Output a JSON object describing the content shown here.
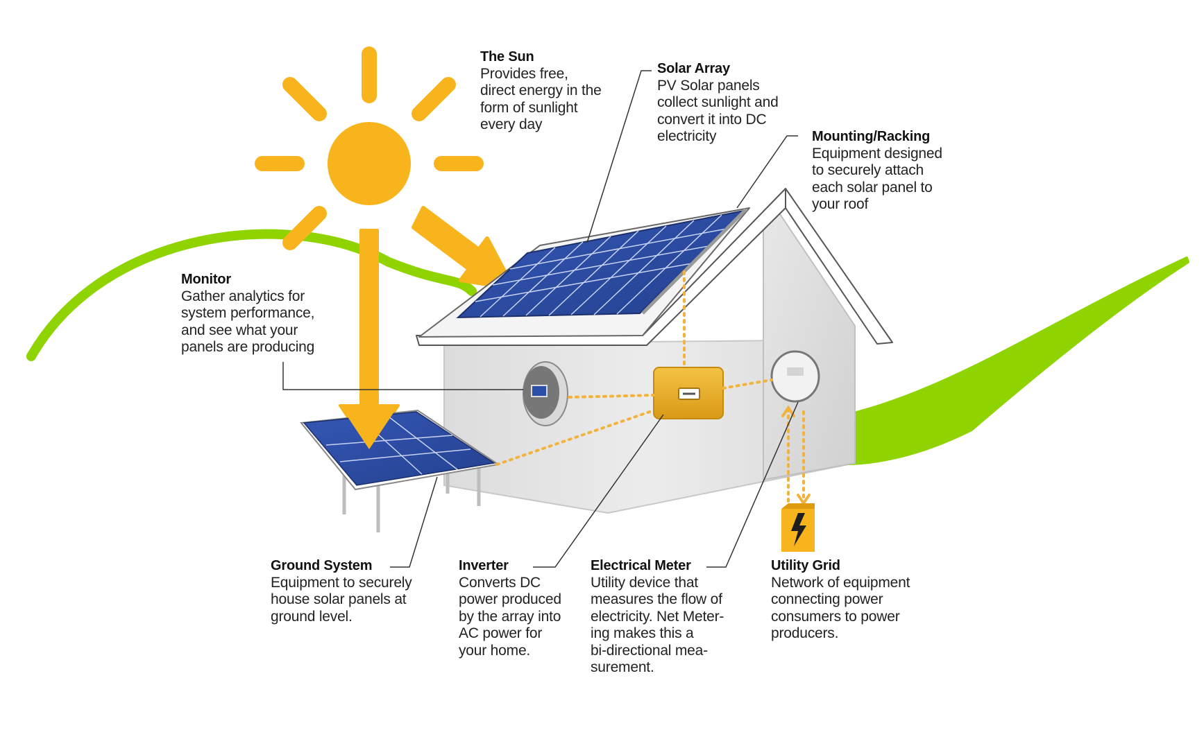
{
  "labels": {
    "sun": {
      "title": "The Sun",
      "text": "Provides free,\ndirect energy in the\nform of sunlight\nevery day"
    },
    "array": {
      "title": "Solar Array",
      "text": "PV Solar panels\ncollect  sunlight and\nconvert it into DC\nelectricity"
    },
    "mounting": {
      "title": "Mounting/Racking",
      "text": "Equipment designed\nto securely attach\neach solar panel to\nyour roof"
    },
    "monitor": {
      "title": "Monitor",
      "text": "Gather analytics for\nsystem performance,\nand see what your\npanels are producing"
    },
    "ground": {
      "title": "Ground System",
      "text": "Equipment to securely\nhouse solar panels at\nground level."
    },
    "inverter": {
      "title": "Inverter",
      "text": "Converts DC\npower produced\nby the array into\nAC power for\nyour home."
    },
    "meter": {
      "title": "Electrical Meter",
      "text": "Utility device that\nmeasures the flow of\nelectricity. Net Meter-\ning makes this a\nbi-directional mea-\nsurement."
    },
    "grid": {
      "title": "Utility Grid",
      "text": "Network of equipment\nconnecting power\nconsumers to power\nproducers."
    }
  },
  "colors": {
    "sun": "#f8b41c",
    "swoosh": "#8fd400",
    "panel": "#2b4fa8",
    "house": "#e6e6e6",
    "inverter": "#eab026",
    "connector": "#f2b33d"
  }
}
